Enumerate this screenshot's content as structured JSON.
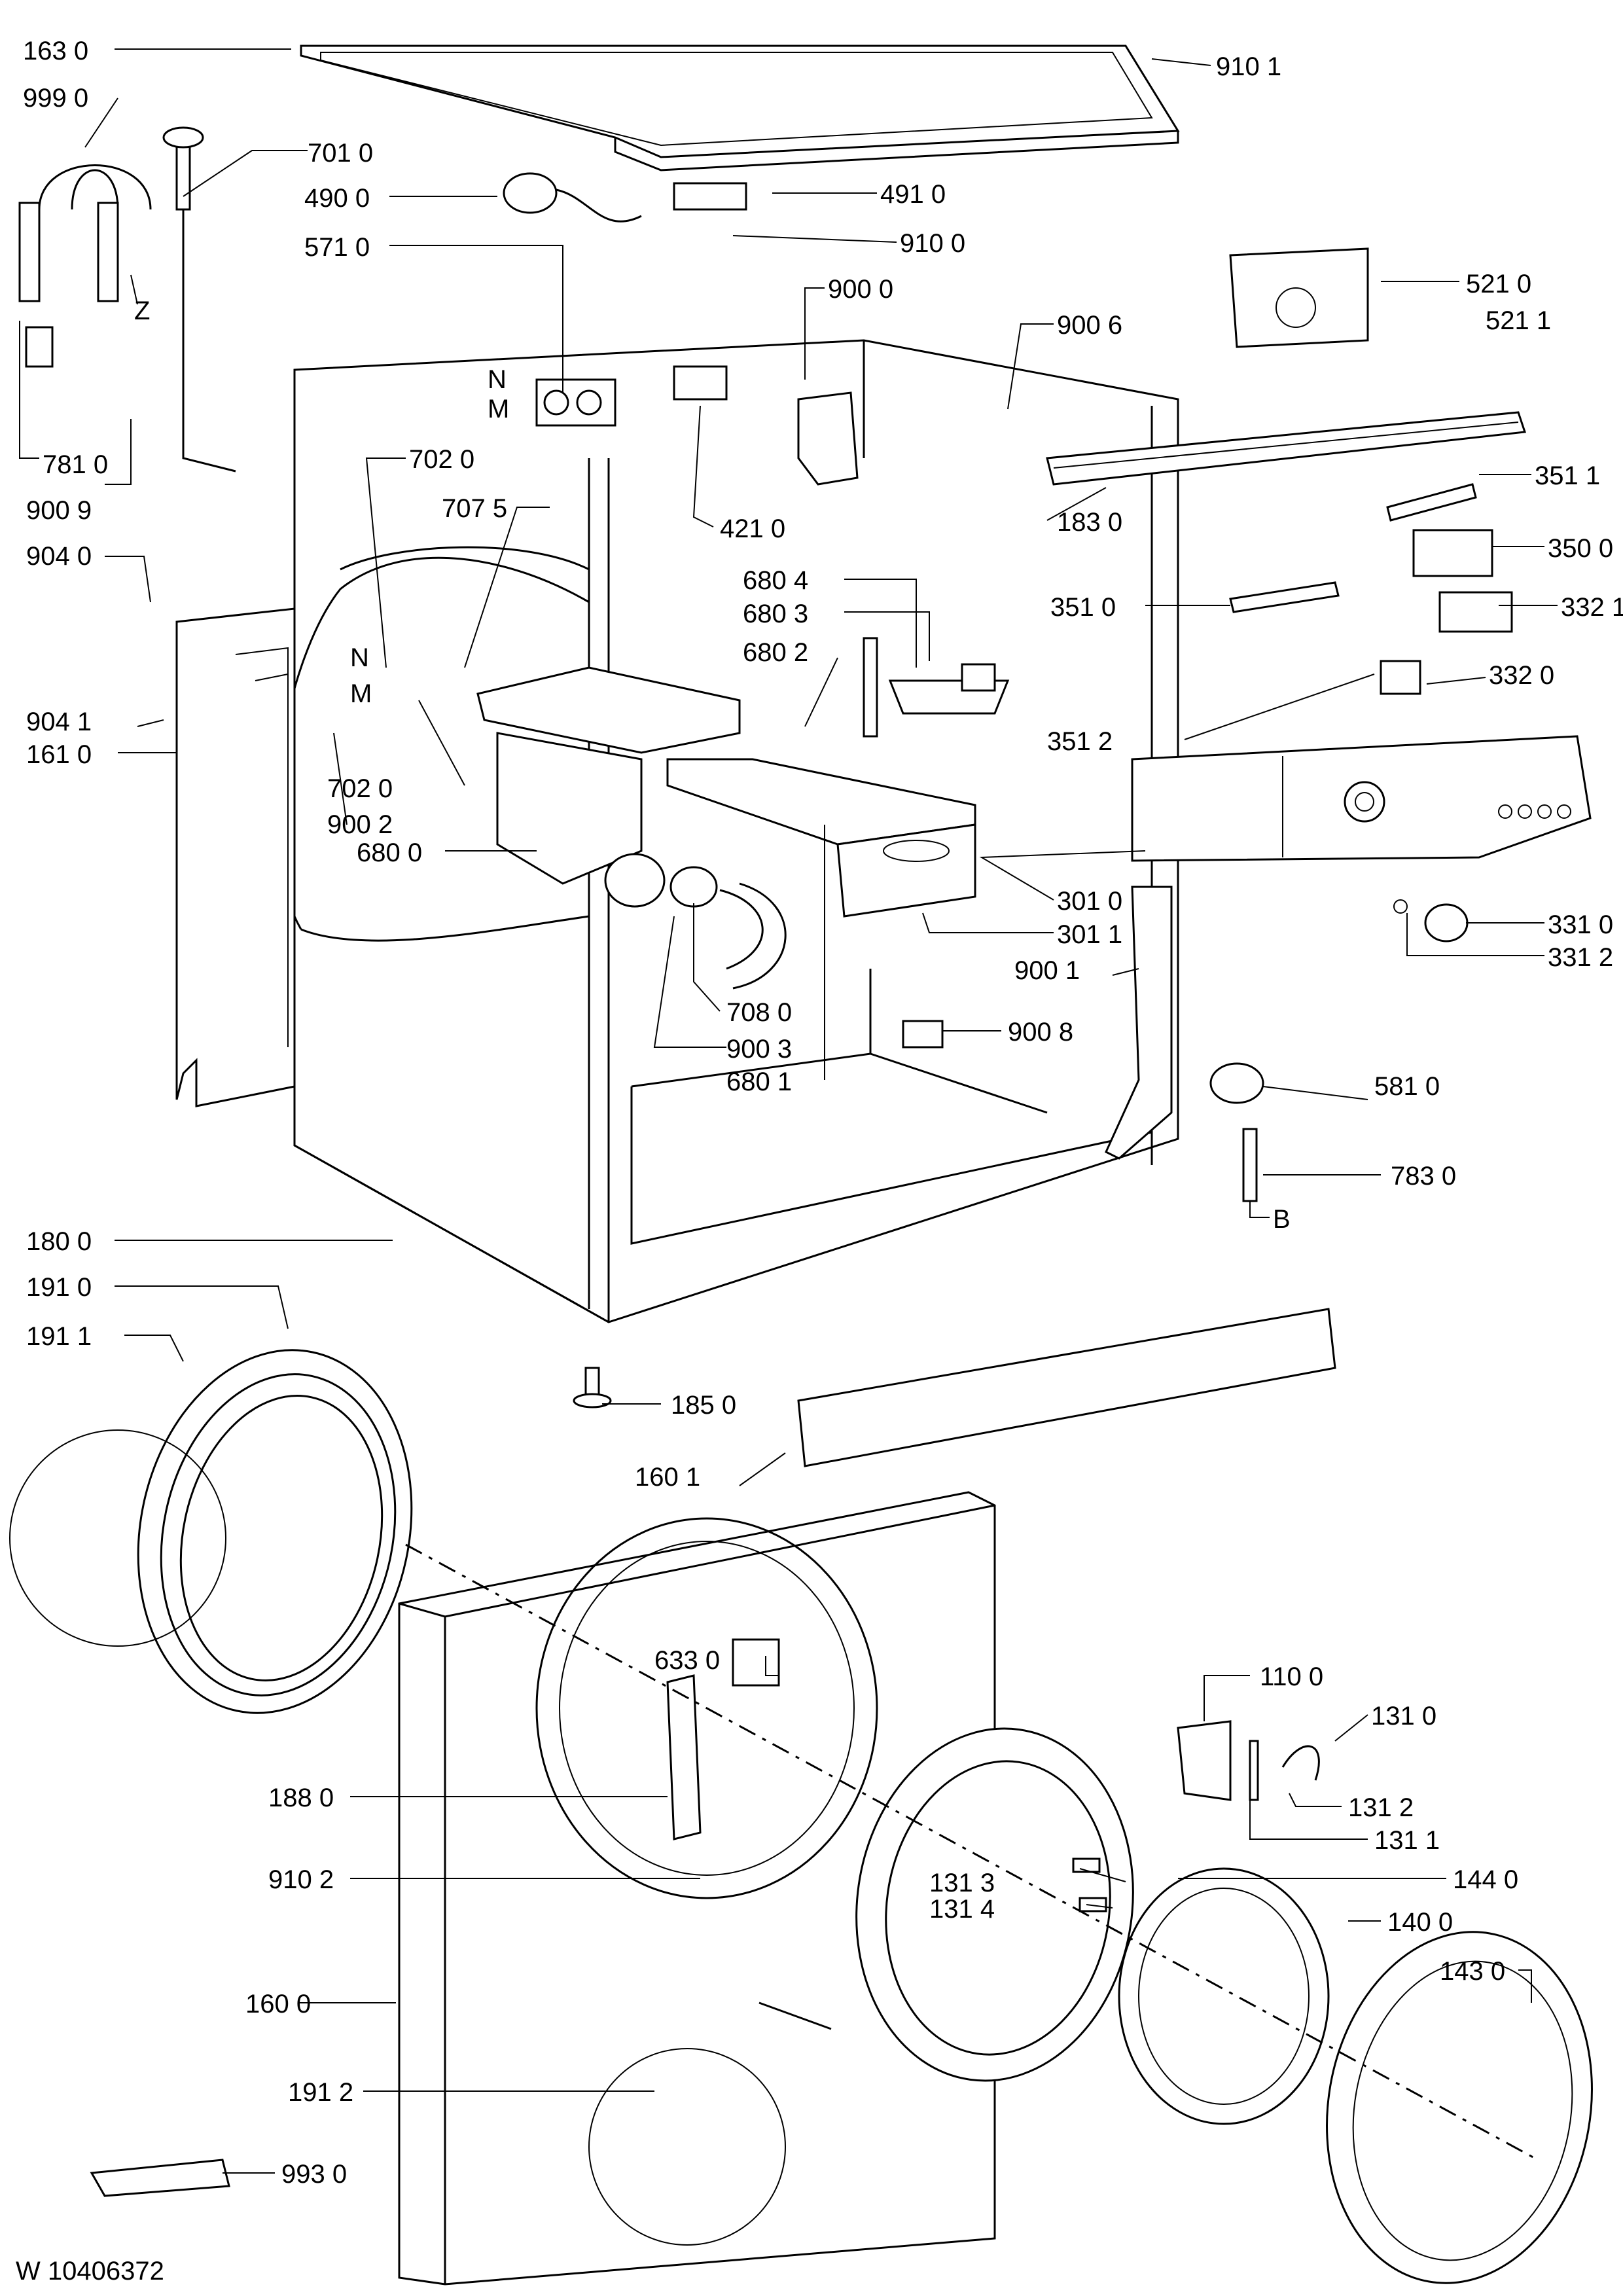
{
  "labels": {
    "l_1630": "163 0",
    "l_9990": "999 0",
    "l_9101": "910 1",
    "l_7010": "701 0",
    "l_4900": "490 0",
    "l_4910": "491 0",
    "l_9100": "910 0",
    "l_5710": "571 0",
    "l_9000": "900 0",
    "l_5210": "521 0",
    "l_5211": "521 1",
    "l_9006": "900 6",
    "l_Z": "Z",
    "l_N1": "N",
    "l_M1": "M",
    "l_7810": "781 0",
    "l_9009": "900 9",
    "l_7020a": "702 0",
    "l_4210": "421 0",
    "l_1830": "183 0",
    "l_3511": "351 1",
    "l_7075": "707 5",
    "l_3500": "350 0",
    "l_9040": "904 0",
    "l_6804": "680 4",
    "l_6803": "680 3",
    "l_3510": "351 0",
    "l_3321": "332 1",
    "l_6802": "680 2",
    "l_N2": "N",
    "l_M2": "M",
    "l_3320": "332 0",
    "l_9041": "904 1",
    "l_1610": "161 0",
    "l_3512": "351 2",
    "l_7020b": "702 0",
    "l_9002": "900 2",
    "l_6800": "680 0",
    "l_3010": "301 0",
    "l_3310": "331 0",
    "l_3011": "301 1",
    "l_3312": "331 2",
    "l_9001": "900 1",
    "l_7080": "708 0",
    "l_9008": "900 8",
    "l_9003": "900 3",
    "l_6801": "680 1",
    "l_5810": "581 0",
    "l_7830": "783 0",
    "l_B": "B",
    "l_1800": "180 0",
    "l_1910": "191 0",
    "l_1911": "191 1",
    "l_1850": "185 0",
    "l_1601": "160 1",
    "l_6330": "633 0",
    "l_1100": "110 0",
    "l_1310": "131 0",
    "l_1880": "188 0",
    "l_1312": "131 2",
    "l_1311": "131 1",
    "l_9102": "910 2",
    "l_1313": "131 3",
    "l_1440": "144 0",
    "l_1314": "131 4",
    "l_1400": "140 0",
    "l_1430": "143 0",
    "l_1600": "160 0",
    "l_1912": "191 2",
    "l_9930": "993 0"
  },
  "footer": "W 10406372"
}
